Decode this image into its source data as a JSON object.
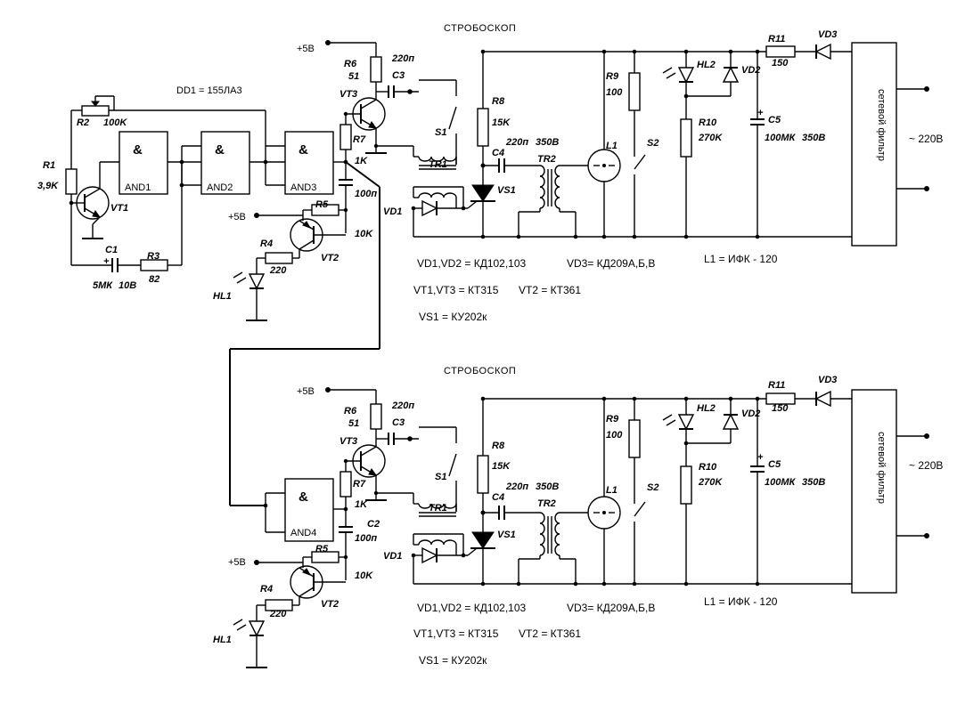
{
  "title": "СТРОБОСКОП",
  "dd1": "DD1 = 155ЛА3",
  "plus5": "+5В",
  "gates": {
    "and": "&",
    "and1": "AND1",
    "and2": "AND2",
    "and3": "AND3",
    "and4": "AND4"
  },
  "parts": {
    "R1": "R1",
    "R1v": "3,9K",
    "R2": "R2",
    "R2v": "100K",
    "R3": "R3",
    "R3v": "82",
    "C1": "C1",
    "C1v1": "5МК",
    "C1v2": "10В",
    "plus": "+",
    "VT1": "VT1",
    "R4": "R4",
    "R4v": "220",
    "R5": "R5",
    "R5v": "10K",
    "VT2": "VT2",
    "HL1": "HL1",
    "R6": "R6",
    "R6v": "51",
    "C3": "C3",
    "C3v": "220п",
    "VT3": "VT3",
    "R7": "R7",
    "R7v": "1K",
    "C2": "C2",
    "C2v": "100п",
    "S1": "S1",
    "TR1": "TR1",
    "VD1": "VD1",
    "R8": "R8",
    "R8v": "15K",
    "C4": "C4",
    "C4v": "220п",
    "C4v2": "350В",
    "TR2": "TR2",
    "VS1": "VS1",
    "L1": "L1",
    "R9": "R9",
    "R9v": "100",
    "S2": "S2",
    "HL2": "HL2",
    "VD2": "VD2",
    "R10": "R10",
    "R10v": "270K",
    "C5": "C5",
    "C5v": "100МК",
    "C5v2": "350В",
    "R11": "R11",
    "R11v": "150",
    "VD3": "VD3",
    "filter": "сетевой  фильтр",
    "mains": "~ 220В"
  },
  "notes": {
    "vd": "VD1,VD2 = КД102,103",
    "vd3": "VD3= КД209А,Б,В",
    "l1": "L1 = ИФК - 120",
    "vt": "VT1,VT3 = КТ315",
    "vt2": "VT2 = КТ361",
    "vs1": "VS1 = КУ202к"
  }
}
